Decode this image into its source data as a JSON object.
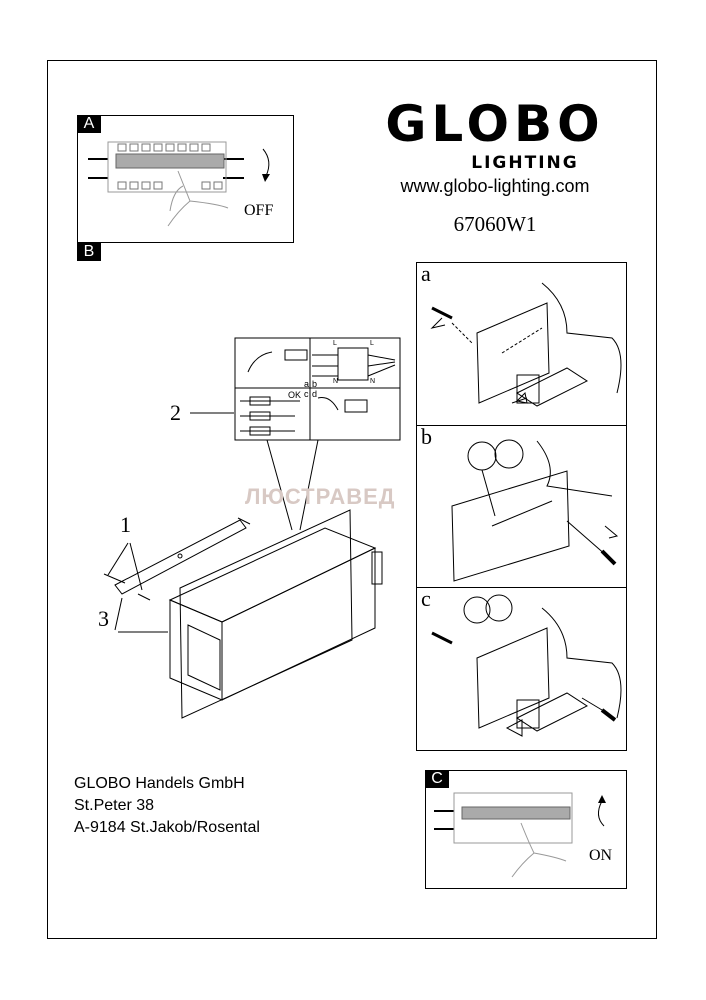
{
  "brand": {
    "name": "GLOBO",
    "subtitle": "LIGHTING",
    "url": "www.globo-lighting.com"
  },
  "model": "67060W1",
  "steps": {
    "A": {
      "label": "A",
      "caption": "OFF"
    },
    "B": {
      "label": "B"
    },
    "C": {
      "label": "C",
      "caption": "ON"
    }
  },
  "subpanels": [
    "a",
    "b",
    "c"
  ],
  "inset": {
    "labels": [
      "a",
      "b",
      "c",
      "d"
    ],
    "ok": "OK",
    "terminal": [
      "L",
      "L",
      "N",
      "N"
    ]
  },
  "callouts": [
    "1",
    "2",
    "3"
  ],
  "watermark": "ЛЮСТРАВЕД",
  "address": [
    "GLOBO Handels GmbH",
    "St.Peter 38",
    "A-9184 St.Jakob/Rosental"
  ]
}
